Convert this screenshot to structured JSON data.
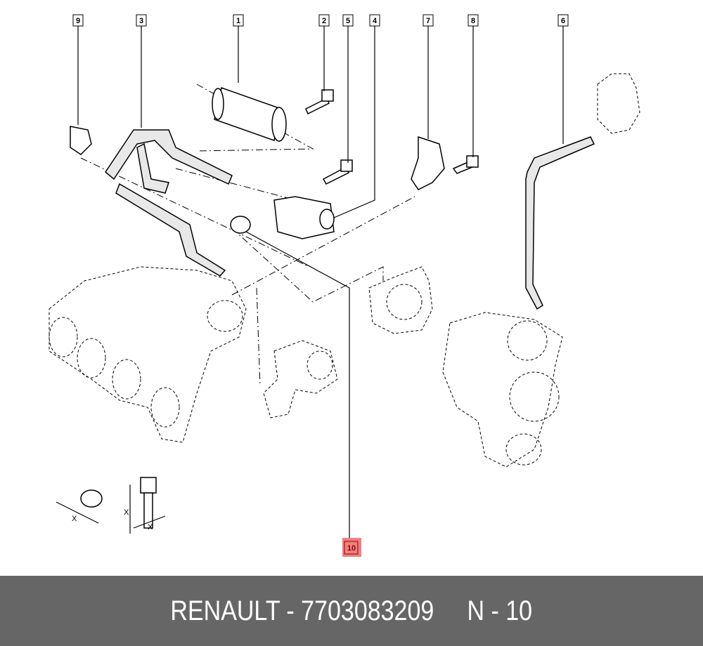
{
  "diagram": {
    "callouts": [
      "9",
      "3",
      "1",
      "2",
      "5",
      "4",
      "7",
      "8",
      "6",
      "10"
    ],
    "highlighted_callout": "10",
    "highlight_color": "#f08080",
    "dimension_marks": [
      "X",
      "X",
      "X"
    ]
  },
  "footer": {
    "text": "RENAULT - 7703083209     N - 10",
    "background": "#666666"
  }
}
